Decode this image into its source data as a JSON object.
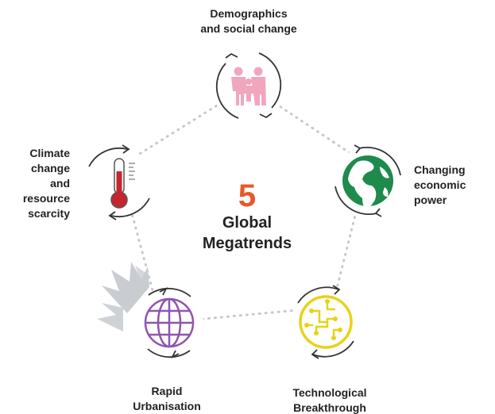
{
  "center": {
    "number": "5",
    "title_line1": "Global",
    "title_line2": "Megatrends"
  },
  "trends": [
    {
      "id": "demographics",
      "label_lines": [
        "Demographics",
        "and social change"
      ],
      "icon": "family-icon"
    },
    {
      "id": "economic",
      "label_lines": [
        "Changing",
        "economic",
        "power"
      ],
      "icon": "globe-icon"
    },
    {
      "id": "technology",
      "label_lines": [
        "Technological",
        "Breakthrough"
      ],
      "icon": "circuit-icon"
    },
    {
      "id": "urbanisation",
      "label_lines": [
        "Rapid",
        "Urbanisation"
      ],
      "icon": "grid-globe-icon"
    },
    {
      "id": "climate",
      "label_lines": [
        "Climate",
        "change",
        "and",
        "resource",
        "scarcity"
      ],
      "icon": "thermometer-icon"
    }
  ],
  "colors": {
    "accent_number": "#e8582a",
    "text": "#222222",
    "pink": "#f0a7bd",
    "green": "#1e8a4c",
    "yellow": "#e8d21a",
    "purple": "#8f55b0",
    "red": "#c8242f",
    "dotted_ring": "#c8c8c8",
    "arrows": "#333333",
    "leaf_gray": "#c9cdd1"
  }
}
